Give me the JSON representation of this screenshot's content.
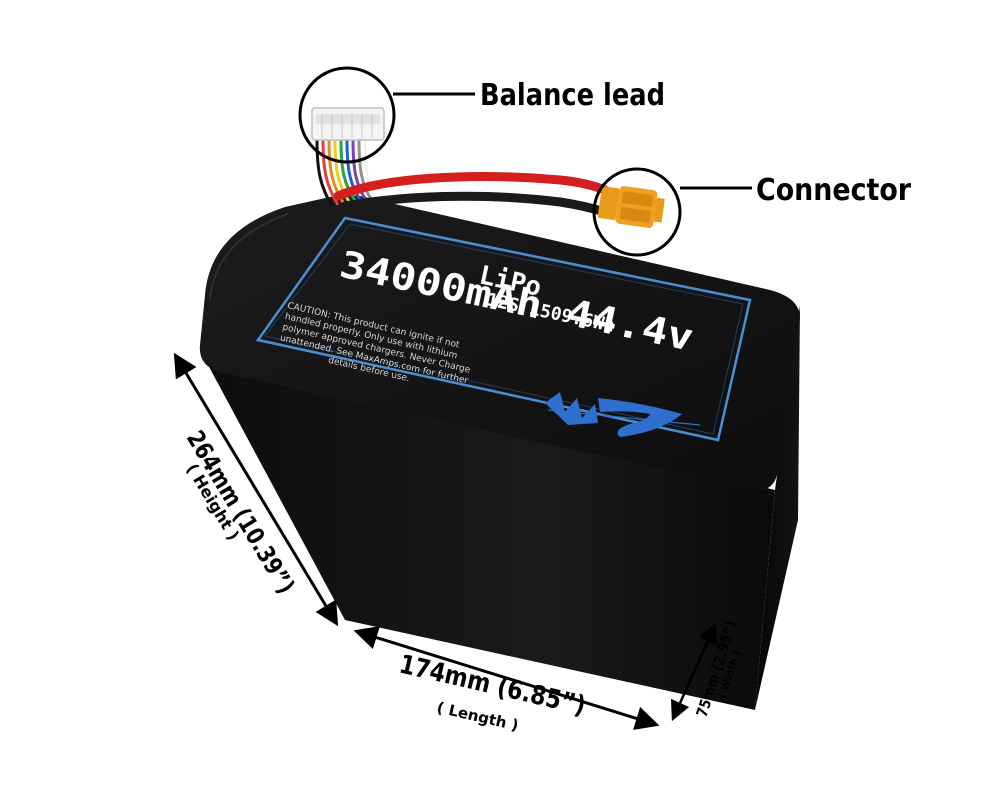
{
  "callouts": {
    "balance_lead": "Balance lead",
    "connector": "Connector"
  },
  "label": {
    "chemistry": "LiPo",
    "capacity_voltage": "34000mAh 44.4v",
    "config_energy": "12S 1509.6Wh",
    "caution_lines": [
      "CAUTION: This product can ignite if not",
      "handled properly. Only use with lithium",
      "polymer approved chargers. Never Charge",
      "unattended. See MaxAmps.com for further",
      "details before use."
    ]
  },
  "dimensions": {
    "height_main": "264mm (10.39”)",
    "height_sub": "( Height )",
    "length_main": "174mm (6.85”)",
    "length_sub": "( Length )",
    "width_main": "75mm (2.95”)",
    "width_sub": "( Width )"
  },
  "colors": {
    "battery_body": "#121212",
    "label_border": "#4a8fd6",
    "logo_blue": "#2f6fd0",
    "wire_red": "#d41f1f",
    "connector_yellow": "#f0a020"
  }
}
